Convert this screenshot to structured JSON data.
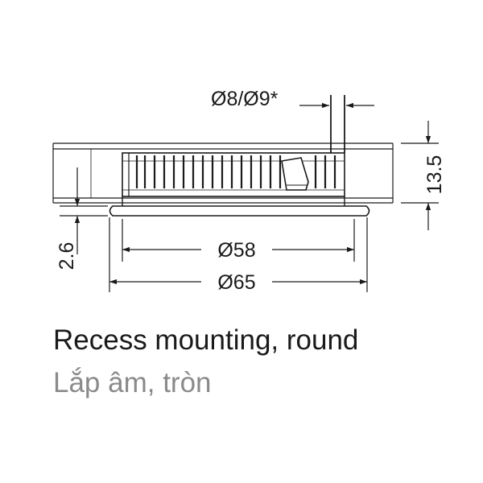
{
  "dimensions": {
    "cable_diameter": "Ø8/Ø9*",
    "height": "13.5",
    "flange_thickness": "2.6",
    "cutout_diameter": "Ø58",
    "outer_diameter": "Ø65"
  },
  "caption": {
    "english": "Recess mounting, round",
    "vietnamese": "Lắp âm, tròn"
  },
  "colors": {
    "line": "#1a1a1a",
    "caption_secondary": "#8a8a8a"
  }
}
